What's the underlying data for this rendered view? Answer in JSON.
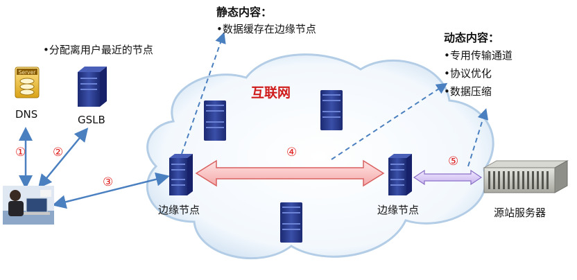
{
  "static_content": {
    "title": "静态内容：",
    "items": [
      "•数据缓存在边缘节点"
    ]
  },
  "dynamic_content": {
    "title": "动态内容：",
    "items": [
      "•专用传输通道",
      "•协议优化",
      "•数据压缩"
    ]
  },
  "gslb_note": "•分配离用户最近的节点",
  "internet_label": "互联网",
  "dns_label": "DNS",
  "dns_badge": "Server",
  "gslb_label": "GSLB",
  "edge_left_label": "边缘节点",
  "edge_right_label": "边缘节点",
  "origin_label": "源站服务器",
  "steps": [
    "①",
    "②",
    "③",
    "④",
    "⑤"
  ]
}
